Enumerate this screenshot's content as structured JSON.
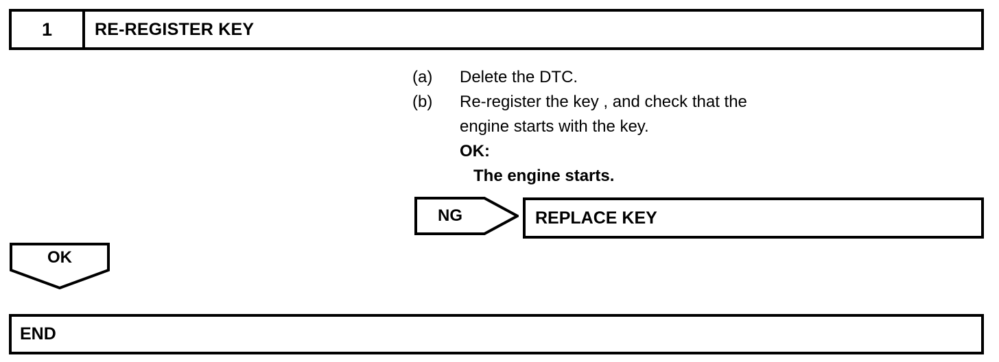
{
  "step": {
    "number": "1",
    "title": "RE-REGISTER KEY"
  },
  "instructions": [
    {
      "marker": "(a)",
      "text": "Delete the DTC."
    },
    {
      "marker": "(b)",
      "text": "Re-register the key , and check that the"
    },
    {
      "marker": "",
      "text": "engine starts with the key."
    },
    {
      "marker": "",
      "text": "OK:"
    },
    {
      "marker": "",
      "text": "The engine starts."
    }
  ],
  "branches": {
    "ng": {
      "label": "NG",
      "target": "REPLACE KEY"
    },
    "ok": {
      "label": "OK",
      "target": "END"
    }
  },
  "end": {
    "label": "END"
  },
  "colors": {
    "ink": "#000000",
    "paper": "#ffffff"
  }
}
